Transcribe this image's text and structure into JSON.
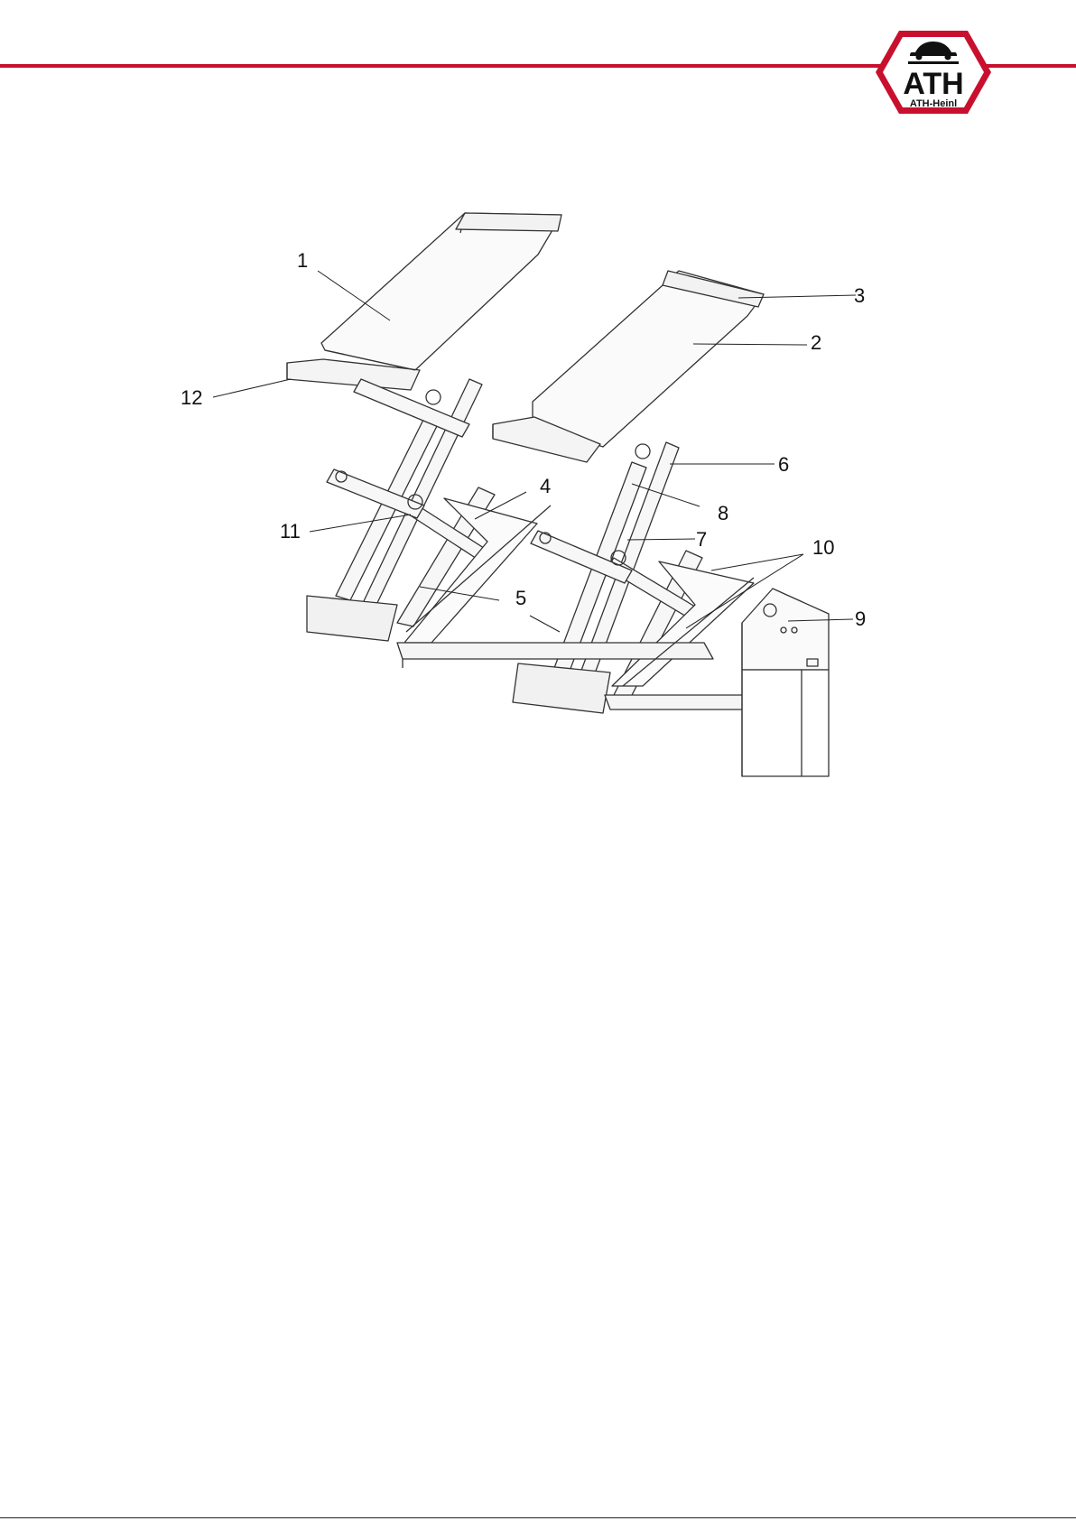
{
  "header": {
    "accent_color": "#c8102e",
    "logo": {
      "mark": "ATH",
      "brand": "ATH-Heinl",
      "icon": "car-icon"
    }
  },
  "figure": {
    "description_icon": "scissor-lift-drawing",
    "callouts": [
      "1",
      "2",
      "3",
      "4",
      "5",
      "6",
      "7",
      "8",
      "9",
      "10",
      "11",
      "12"
    ]
  }
}
